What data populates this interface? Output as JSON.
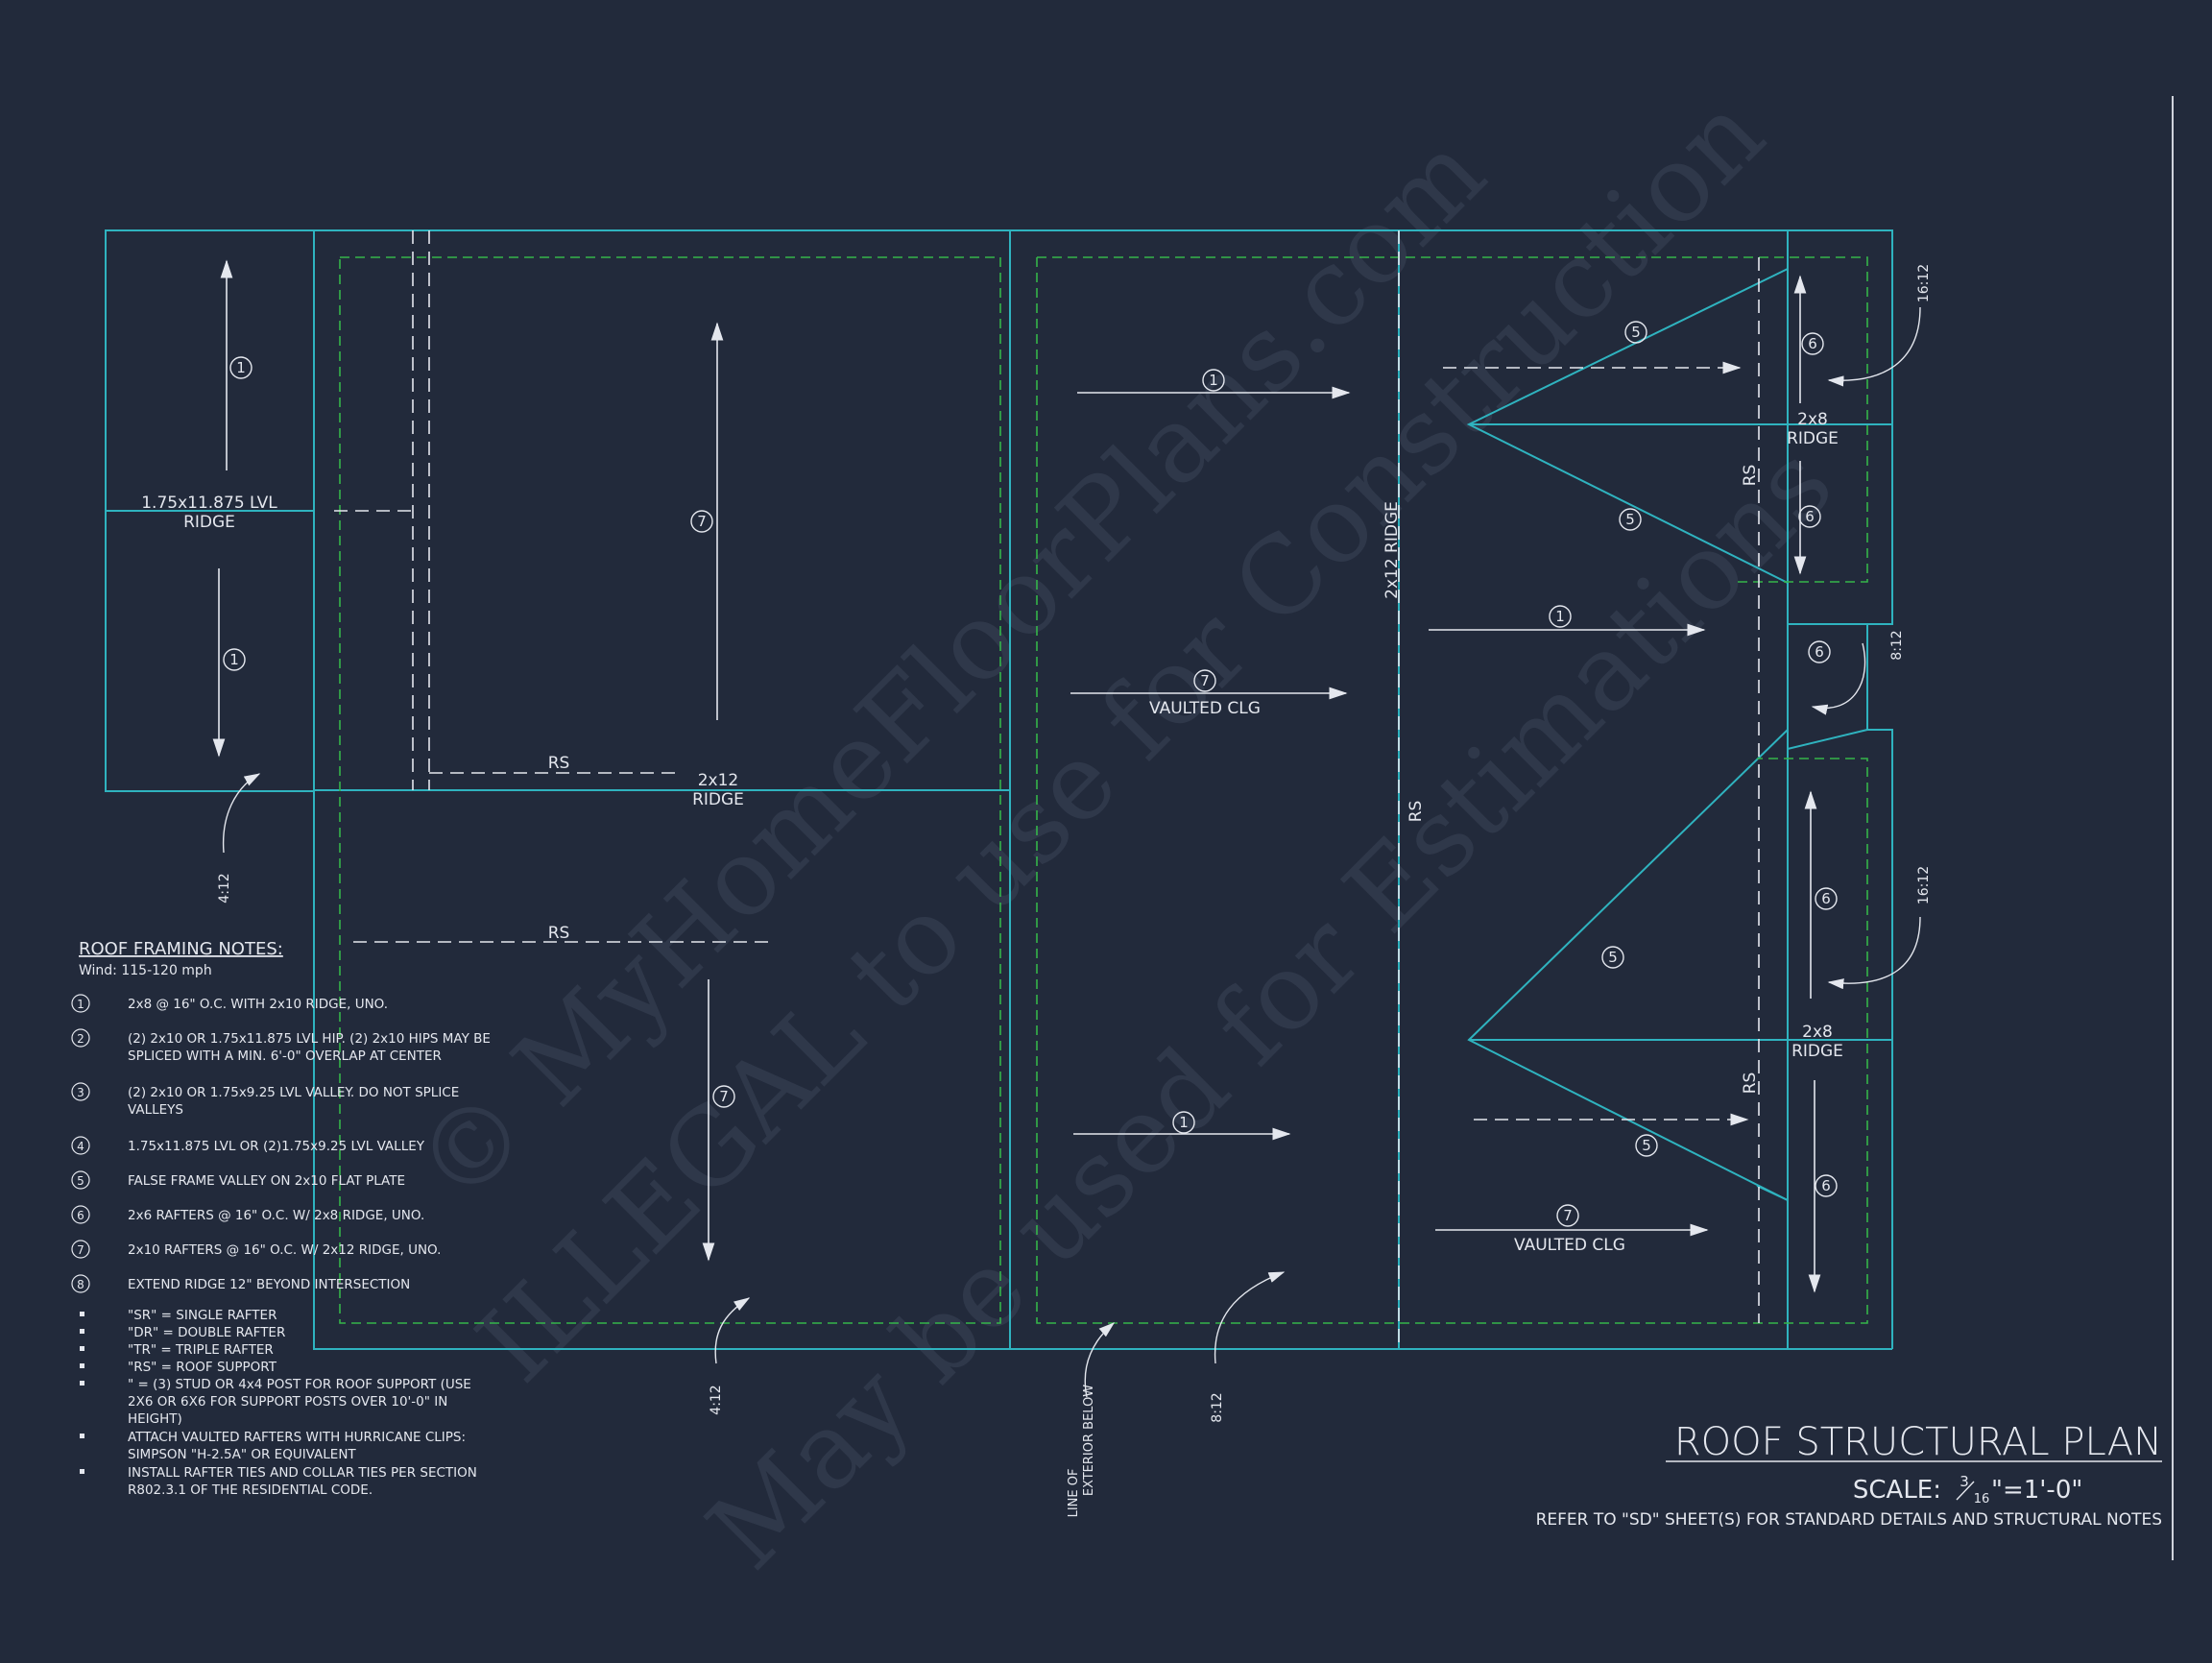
{
  "colors": {
    "background": "#222a3b",
    "outline": "#2fb3bf",
    "dashed_green": "#35b54a",
    "annotation": "#e4e7ee",
    "watermark": "#3b4457"
  },
  "watermark": {
    "line1": "© MyHomeFloorPlans.com",
    "line2": "ILLEGAL to use for Construction",
    "line3": "May be used for Estimations"
  },
  "title": {
    "main": "ROOF STRUCTURAL PLAN",
    "scale_prefix": "SCALE:",
    "scale_num": "3",
    "scale_den": "16",
    "scale_suffix": "\"=1'-0\"",
    "refer": "REFER TO \"SD\" SHEET(S) FOR STANDARD DETAILS AND STRUCTURAL NOTES"
  },
  "notes": {
    "heading": "ROOF FRAMING NOTES:",
    "wind": "Wind: 115-120 mph",
    "numbered": [
      {
        "num": "1",
        "lines": [
          "2x8 @ 16\" O.C. WITH 2x10 RIDGE, UNO."
        ]
      },
      {
        "num": "2",
        "lines": [
          "(2) 2x10 OR 1.75x11.875 LVL HIP. (2) 2x10 HIPS MAY BE",
          "SPLICED WITH A MIN. 6'-0\" OVERLAP AT CENTER"
        ]
      },
      {
        "num": "3",
        "lines": [
          "(2) 2x10 OR 1.75x9.25 LVL VALLEY. DO NOT SPLICE",
          "VALLEYS"
        ]
      },
      {
        "num": "4",
        "lines": [
          "1.75x11.875 LVL OR (2)1.75x9.25 LVL VALLEY"
        ]
      },
      {
        "num": "5",
        "lines": [
          "FALSE FRAME VALLEY ON 2x10 FLAT PLATE"
        ]
      },
      {
        "num": "6",
        "lines": [
          "2x6 RAFTERS @ 16\" O.C. W/ 2x8 RIDGE, UNO."
        ]
      },
      {
        "num": "7",
        "lines": [
          "2x10 RAFTERS @ 16\" O.C. W/ 2x12 RIDGE, UNO."
        ]
      },
      {
        "num": "8",
        "lines": [
          "EXTEND RIDGE 12\" BEYOND INTERSECTION"
        ]
      }
    ],
    "bullets": [
      {
        "lines": [
          "\"SR\"  = SINGLE RAFTER"
        ]
      },
      {
        "lines": [
          "\"DR\" = DOUBLE RAFTER"
        ]
      },
      {
        "lines": [
          "\"TR\" = TRIPLE RAFTER"
        ]
      },
      {
        "lines": [
          "\"RS\" = ROOF SUPPORT"
        ]
      },
      {
        "lines": [
          "\" = (3) STUD OR 4x4 POST FOR ROOF SUPPORT (USE",
          "2X6 OR 6X6 FOR SUPPORT POSTS OVER 10'-0\" IN",
          "HEIGHT)"
        ]
      },
      {
        "lines": [
          "ATTACH VAULTED RAFTERS WITH HURRICANE CLIPS:",
          "SIMPSON \"H-2.5A\" OR EQUIVALENT"
        ]
      },
      {
        "lines": [
          "INSTALL RAFTER TIES AND COLLAR TIES PER SECTION",
          "R802.3.1 OF THE  RESIDENTIAL CODE."
        ]
      }
    ]
  },
  "plan": {
    "labels": {
      "lvl_ridge_1": "1.75x11.875 LVL",
      "lvl_ridge_2": "RIDGE",
      "ridge_2x12_a": "2x12",
      "ridge_2x12_b": "RIDGE",
      "vertical_ridge": "2x12 RIDGE",
      "rs": "RS",
      "ridge_2x8_top_a": "2x8",
      "ridge_2x8_top_b": "RIDGE",
      "ridge_2x8_bot_a": "2x8",
      "ridge_2x8_bot_b": "RIDGE",
      "vaulted_1": "VAULTED CLG",
      "vaulted_2": "VAULTED CLG",
      "line_of_ext_1": "LINE OF",
      "line_of_ext_2": "EXTERIOR BELOW"
    },
    "tags": [
      "1",
      "5",
      "6",
      "7"
    ],
    "slopes": [
      "4:12",
      "4:12",
      "8:12",
      "16:12",
      "8:12",
      "16:12"
    ]
  }
}
